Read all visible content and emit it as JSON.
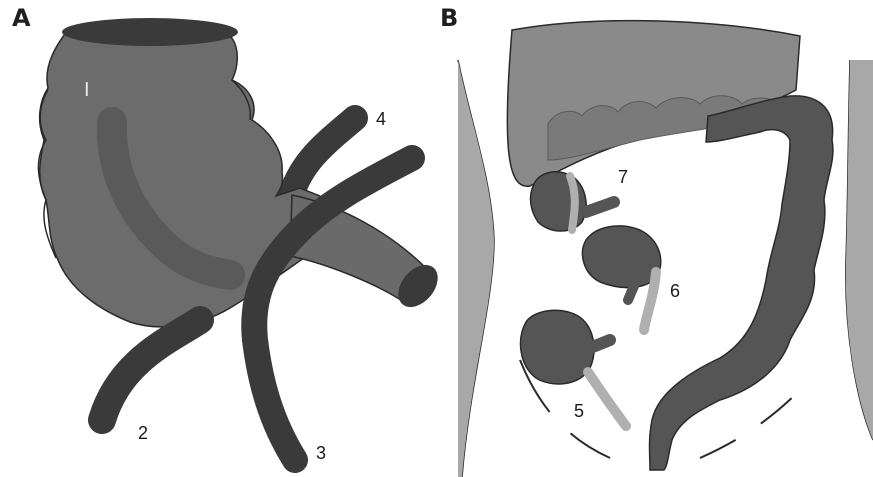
{
  "panels": [
    {
      "letter": "A",
      "labels": [
        "I",
        "2",
        "3",
        "4"
      ]
    },
    {
      "letter": "B",
      "labels": [
        "5",
        "6",
        "7"
      ]
    }
  ],
  "colors": {
    "dark": "#3a3a3a",
    "mid": "#6a6a6a",
    "light_gray": "#a8a8a8",
    "organ_light": "#8a8a8a",
    "outline": "#2a2a2a",
    "background": "#ffffff"
  }
}
